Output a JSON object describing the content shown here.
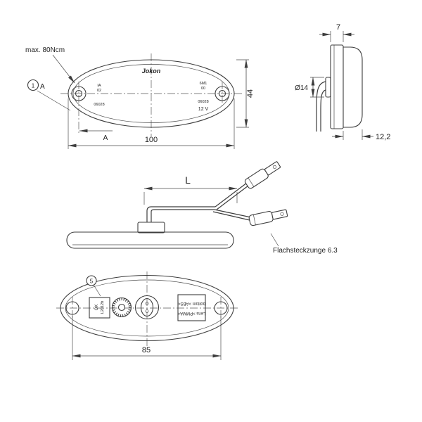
{
  "colors": {
    "line": "#3d3d3d",
    "background": "#ffffff"
  },
  "front": {
    "torque": "max. 80Ncm",
    "callout": "1",
    "section_a_top": "A",
    "section_a_bottom": "A",
    "dim_width": "100",
    "dim_height": "44",
    "logo": "Jokon",
    "mark_left": {
      "l1": "IA",
      "l2": "02",
      "l3": "06028"
    },
    "mark_right": {
      "l1": "6M1",
      "l2": "00",
      "l3": "06028",
      "l4": "12 V"
    }
  },
  "side": {
    "dim_top": "7",
    "dim_diameter": "Ø14",
    "dim_depth": "12,2"
  },
  "cable": {
    "dim_length": "L",
    "connector_label": "Flachsteckzunge 6.3"
  },
  "back": {
    "callout": "5",
    "dim_width": "85",
    "label_left": {
      "l1": "OK",
      "l2": "L2012b"
    },
    "label_right": {
      "l1": "Lens >PMMA<",
      "l2": "bottom >ABS<"
    }
  }
}
